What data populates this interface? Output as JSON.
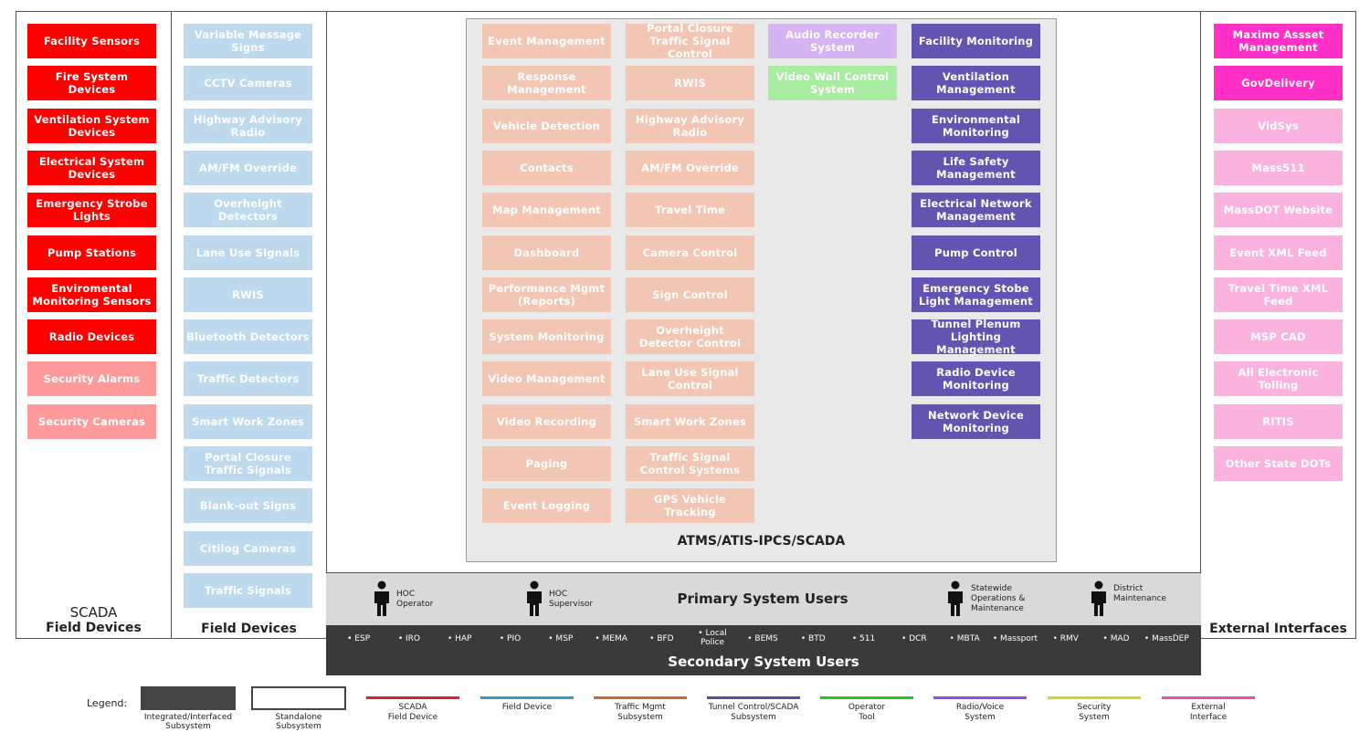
{
  "scada_column": {
    "title_line1": "SCADA",
    "title_line2": "Field Devices",
    "items": [
      "Facility Sensors",
      "Fire System Devices",
      "Ventilation System Devices",
      "Electrical System Devices",
      "Emergency Strobe Lights",
      "Pump Stations",
      "Enviromental Monitoring Sensors",
      "Radio Devices",
      "Security Alarms",
      "Security Cameras"
    ]
  },
  "field_column": {
    "title": "Field Devices",
    "items": [
      "Variable Message Signs",
      "CCTV Cameras",
      "Highway Advisory Radio",
      "AM/FM Override",
      "Overheight Detectors",
      "Lane Use Signals",
      "RWIS",
      "Bluetooth Detectors",
      "Traffic Detectors",
      "Smart Work Zones",
      "Portal Closure Traffic Signals",
      "Blank-out Signs",
      "Citilog Cameras",
      "Traffic Signals"
    ]
  },
  "core": {
    "title": "ATMS/ATIS-IPCS/SCADA",
    "col1": [
      "Event Management",
      "Response Management",
      "Vehicle Detection",
      "Contacts",
      "Map Management",
      "Dashboard",
      "Performance Mgmt (Reports)",
      "System Monitoring",
      "Video Management",
      "Video Recording",
      "Paging",
      "Event Logging"
    ],
    "col2": [
      "Portal Closure Traffic Signal Control",
      "RWIS",
      "Highway Advisory Radio",
      "AM/FM Override",
      "Travel Time",
      "Camera Control",
      "Sign Control",
      "Overheight Detector Control",
      "Lane Use Signal Control",
      "Smart Work Zones",
      "Traffic Signal Control Systems",
      "GPS Vehicle Tracking"
    ],
    "col3": [
      "Audio Recorder System",
      "Video Wall Control System"
    ],
    "col4": [
      "Facility Monitoring",
      "Ventilation Management",
      "Environmental Monitoring",
      "Life Safety Management",
      "Electrical Network Management",
      "Pump Control",
      "Emergency Stobe Light Management",
      "Tunnel Plenum Lighting Management",
      "Radio Device Monitoring",
      "Network Device Monitoring"
    ]
  },
  "external_column": {
    "title": "External Interfaces",
    "items": [
      "Maximo Assset Management",
      "GovDelivery",
      "VidSys",
      "Mass511",
      "MassDOT Website",
      "Event XML Feed",
      "Travel Time XML Feed",
      "MSP CAD",
      "All Electronic Tolling",
      "RITIS",
      "Other State DOTs"
    ]
  },
  "primary_users": {
    "title": "Primary System Users",
    "users": [
      {
        "line1": "HOC",
        "line2": "Operator"
      },
      {
        "line1": "HOC",
        "line2": "Supervisor"
      },
      {
        "line1": "Statewide",
        "line2": "Operations &",
        "line3": "Maintenance"
      },
      {
        "line1": "District",
        "line2": "Maintenance"
      }
    ]
  },
  "secondary_users": {
    "title": "Secondary System Users",
    "items": [
      "ESP",
      "IRO",
      "HAP",
      "PIO",
      "MSP",
      "MEMA",
      "BFD",
      "Local Police",
      "BEMS",
      "BTD",
      "511",
      "DCR",
      "MBTA",
      "Massport",
      "RMV",
      "MAD",
      "MassDEP"
    ]
  },
  "legend": {
    "label": "Legend:",
    "items": [
      {
        "text1": "Integrated/Interfaced",
        "text2": "Subsystem",
        "color": "#444444"
      },
      {
        "text1": "Standalone",
        "text2": "Subsystem",
        "color": "#ffffff"
      },
      {
        "text1": "SCADA",
        "text2": "Field Device",
        "color": "#e0202a"
      },
      {
        "text1": "Field Device",
        "text2": "",
        "color": "#3d95c8"
      },
      {
        "text1": "Traffic Mgmt",
        "text2": "Subsystem",
        "color": "#c8683a"
      },
      {
        "text1": "Tunnel Control/SCADA",
        "text2": "Subsystem",
        "color": "#5a4aa8"
      },
      {
        "text1": "Operator",
        "text2": "Tool",
        "color": "#1ec81e"
      },
      {
        "text1": "Radio/Voice",
        "text2": "System",
        "color": "#9a4ae0"
      },
      {
        "text1": "Security",
        "text2": "System",
        "color": "#e0d020"
      },
      {
        "text1": "External",
        "text2": "Interface",
        "color": "#f04ab4"
      }
    ]
  }
}
